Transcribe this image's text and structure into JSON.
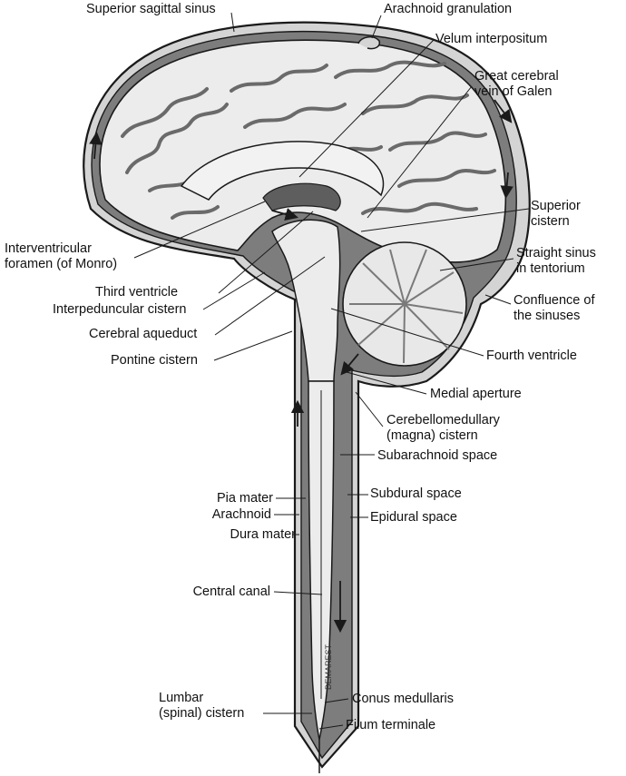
{
  "labels": {
    "superior_sagittal_sinus": "Superior sagittal sinus",
    "arachnoid_granulation": "Arachnoid granulation",
    "velum_interpositum": "Velum interpositum",
    "great_cerebral_vein": "Great cerebral\nvein of Galen",
    "superior_cistern": "Superior\ncistern",
    "interventricular_foramen": "Interventricular\nforamen (of Monro)",
    "straight_sinus": "Straight sinus\nin tentorium",
    "third_ventricle": "Third ventricle",
    "confluence_of_sinuses": "Confluence of\nthe sinuses",
    "interpeduncular_cistern": "Interpeduncular cistern",
    "cerebral_aqueduct": "Cerebral aqueduct",
    "fourth_ventricle": "Fourth ventricle",
    "pontine_cistern": "Pontine cistern",
    "medial_aperture": "Medial aperture",
    "cerebellomedullary_cistern": "Cerebellomedullary\n(magna) cistern",
    "subarachnoid_space": "Subarachnoid space",
    "pia_mater": "Pia mater",
    "subdural_space": "Subdural space",
    "arachnoid": "Arachnoid",
    "epidural_space": "Epidural space",
    "dura_mater": "Dura mater",
    "central_canal": "Central canal",
    "lumbar_cistern": "Lumbar\n(spinal) cistern",
    "conus_medullaris": "Conus medullaris",
    "filum_terminale": "Filum terminale"
  },
  "signature": "DEMAREST",
  "colors": {
    "outline": "#1a1a1a",
    "csf_space": "#7d7d7d",
    "dura": "#d4d4d4",
    "brain": "#ececec",
    "background": "#ffffff"
  }
}
